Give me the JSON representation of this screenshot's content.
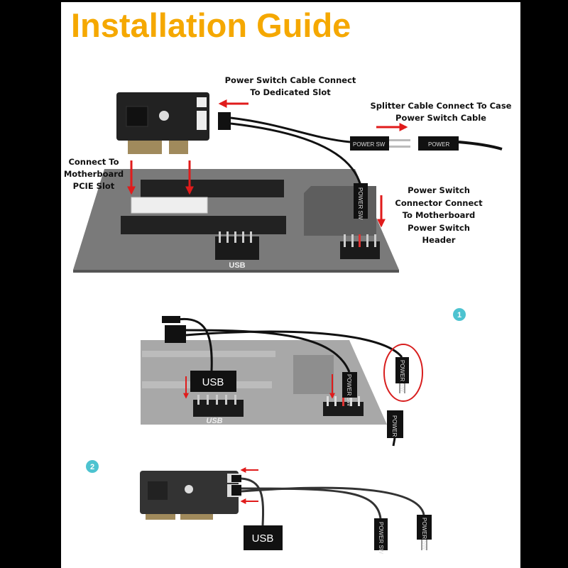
{
  "title": "Installation Guide",
  "labels": {
    "dedicated_slot": [
      "Power Switch Cable Connect",
      "To Dedicated Slot"
    ],
    "splitter": [
      "Splitter Cable Connect To Case",
      "Power Switch Cable"
    ],
    "pcie": [
      "Connect To",
      "Motherboard",
      "PCIE Slot"
    ],
    "header": [
      "Power Switch",
      "Connector Connect",
      "To Motherboard",
      "Power  Switch",
      "Header"
    ]
  },
  "connectors": {
    "power_sw": "POWER SW",
    "power": "POWER",
    "usb": "USB",
    "usb_board": "USB"
  },
  "steps": [
    "1",
    "2"
  ],
  "colors": {
    "title": "#F5A800",
    "arrow": "#E01B1B",
    "step_badge": "#4DC3D0",
    "board": "#7a7a7a"
  }
}
